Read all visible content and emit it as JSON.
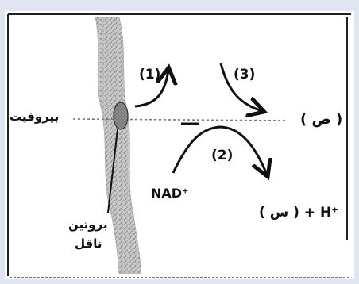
{
  "diagram": {
    "labels": {
      "pyruvate": "بيروفيت",
      "carrier_protein_line1": "بروتين",
      "carrier_protein_line2": "ناقل",
      "nad": "NAD⁺",
      "product_s": "( س ) + H⁺",
      "product_p": "( ص )",
      "step1": "(1)",
      "step2": "(2)",
      "step3": "(3)"
    },
    "colors": {
      "frame_band": "#dfe6f2",
      "line": "#111111",
      "membrane_fill": "#bdbdbd",
      "dashed": "#777777"
    },
    "icons": [
      "membrane-shape",
      "carrier-protein-icon",
      "arrow-icon"
    ]
  }
}
